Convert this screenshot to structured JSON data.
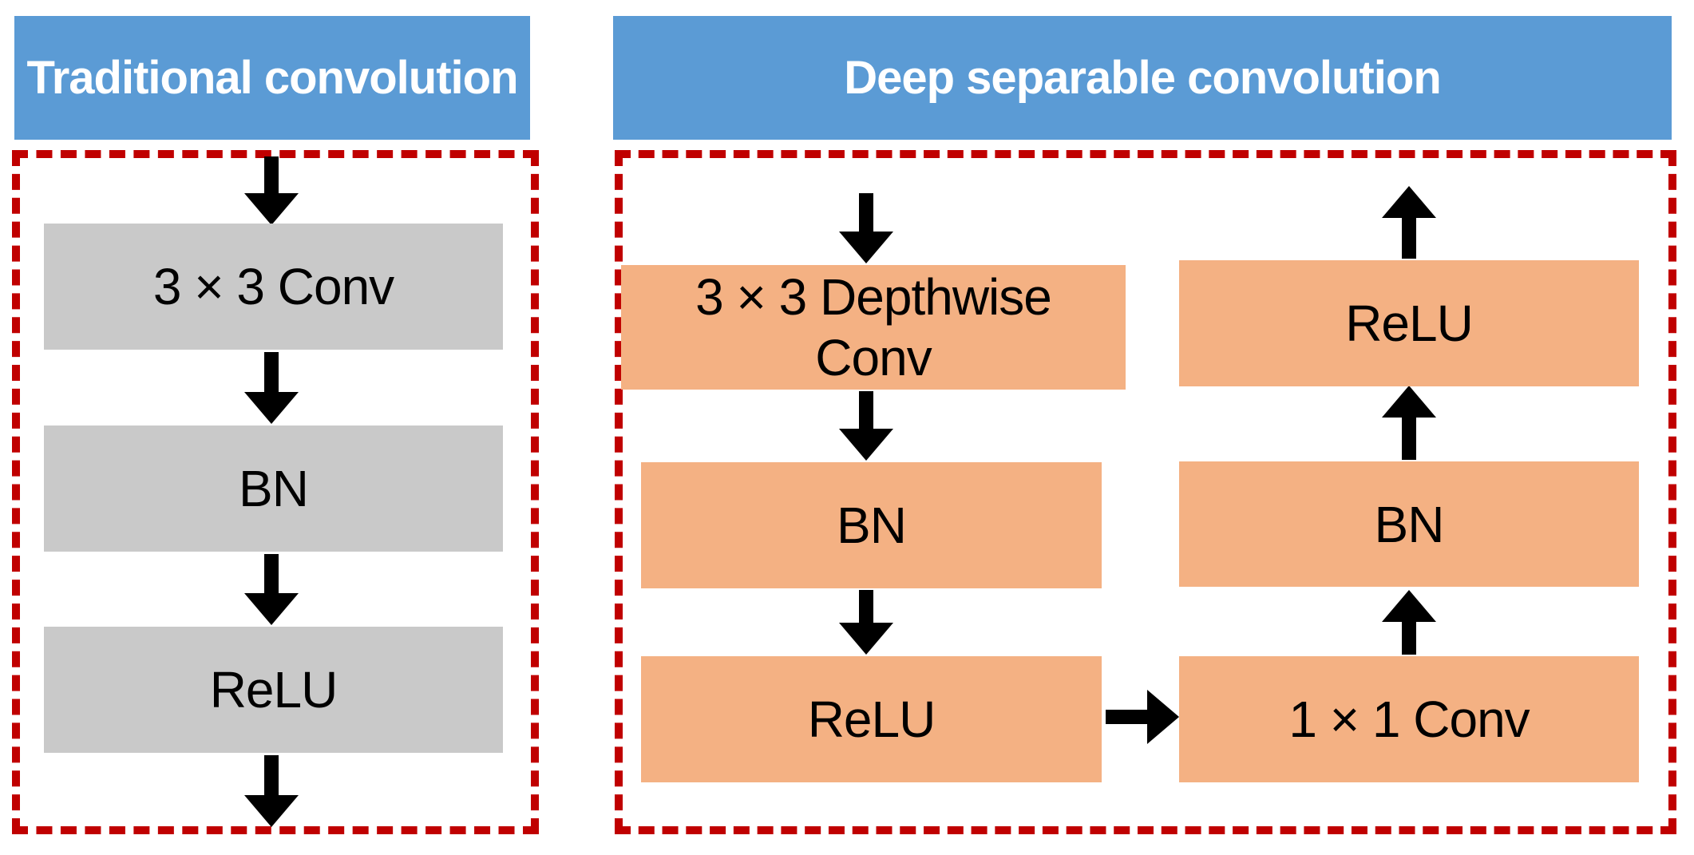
{
  "palette": {
    "header_blue": "#5B9BD5",
    "box_gray": "#C9C9C9",
    "box_orange": "#F4B183",
    "frame_red": "#C00000",
    "arrow_black": "#000000",
    "header_text_white": "#FFFFFF",
    "label_text_black": "#000000"
  },
  "panels": {
    "left": {
      "title": "Traditional convolution",
      "nodes": [
        {
          "label": "3 × 3 Conv"
        },
        {
          "label": "BN"
        },
        {
          "label": "ReLU"
        }
      ]
    },
    "right": {
      "title": "Deep separable convolution",
      "branch_a": [
        {
          "label": "3 × 3 Depthwise Conv"
        },
        {
          "label": "BN"
        },
        {
          "label": "ReLU"
        }
      ],
      "branch_b": [
        {
          "label": "1 × 1 Conv"
        },
        {
          "label": "BN"
        },
        {
          "label": "ReLU"
        }
      ]
    }
  }
}
